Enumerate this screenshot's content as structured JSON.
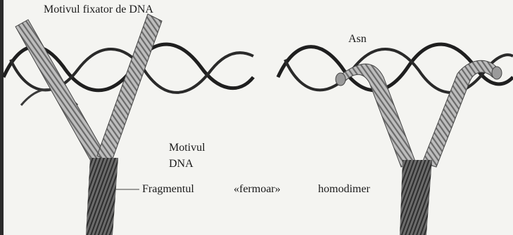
{
  "labels": {
    "dna_binding_motif": "Motivul fixator  de DNA",
    "asn": "Asn",
    "motif_line_1": "Motivul",
    "motif_line_2": "DNA",
    "fragment": "Fragmentul",
    "zipper": "«fermoar»",
    "homodimer": "homodimer"
  },
  "colors": {
    "background": "#f4f4f1",
    "dna_strand": "#1f1f1f",
    "helix_light": "#bdbdbd",
    "helix_dark": "#555555",
    "zipper_stem": "#3a3a3a",
    "text": "#1a1a1a"
  }
}
